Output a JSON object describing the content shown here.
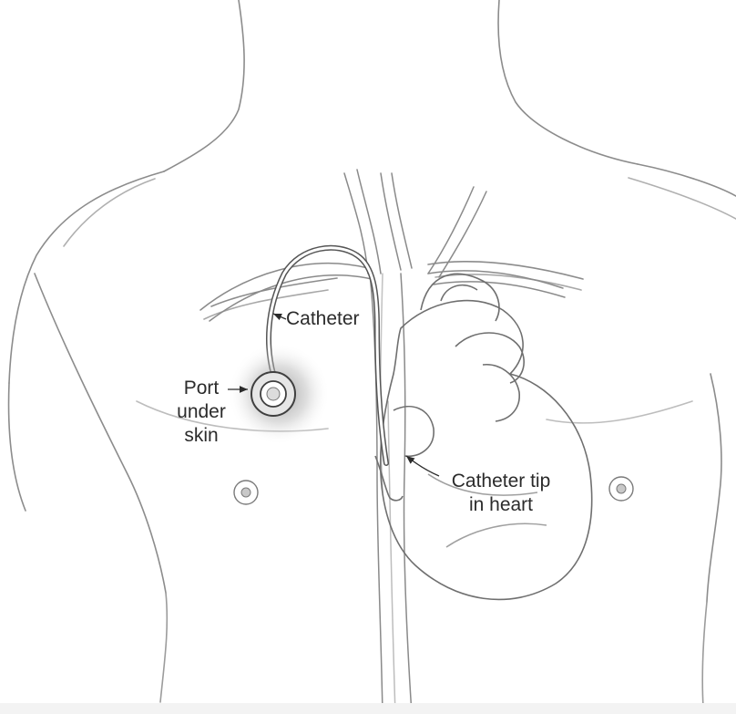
{
  "labels": {
    "catheter": "Catheter",
    "port_line1": "Port",
    "port_line2": "under",
    "port_line3": "skin",
    "tip_line1": "Catheter tip",
    "tip_line2": "in heart"
  },
  "colors": {
    "line": "#7a7a7a",
    "line_dark": "#4a4a4a",
    "text": "#2b2b2b",
    "port_shadow": "#9a9a9a",
    "background": "#ffffff"
  }
}
